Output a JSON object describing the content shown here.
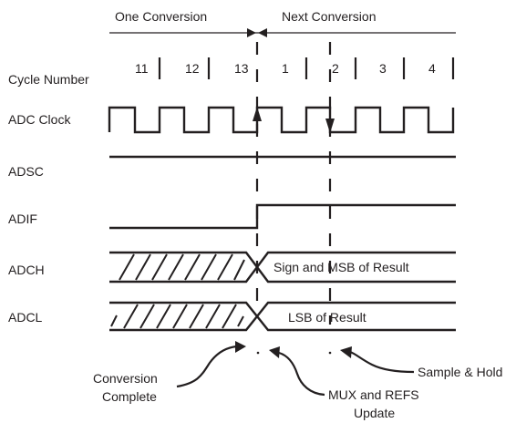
{
  "header": {
    "one_conversion": "One Conversion",
    "next_conversion": "Next Conversion"
  },
  "rows": {
    "cycle_number": "Cycle Number",
    "adc_clock": "ADC Clock",
    "adsc": "ADSC",
    "adif": "ADIF",
    "adch": "ADCH",
    "adcl": "ADCL"
  },
  "cycles": [
    "11",
    "12",
    "13",
    "1",
    "2",
    "3",
    "4"
  ],
  "bus_values": {
    "adch": "Sign and MSB of Result",
    "adcl": "LSB of Result"
  },
  "annotations": {
    "conversion_complete_line1": "Conversion",
    "conversion_complete_line2": "Complete",
    "mux_refs_line1": "MUX and REFS",
    "mux_refs_line2": "Update",
    "sample_hold": "Sample & Hold"
  },
  "colors": {
    "ink": "#231f20",
    "background": "#ffffff"
  }
}
